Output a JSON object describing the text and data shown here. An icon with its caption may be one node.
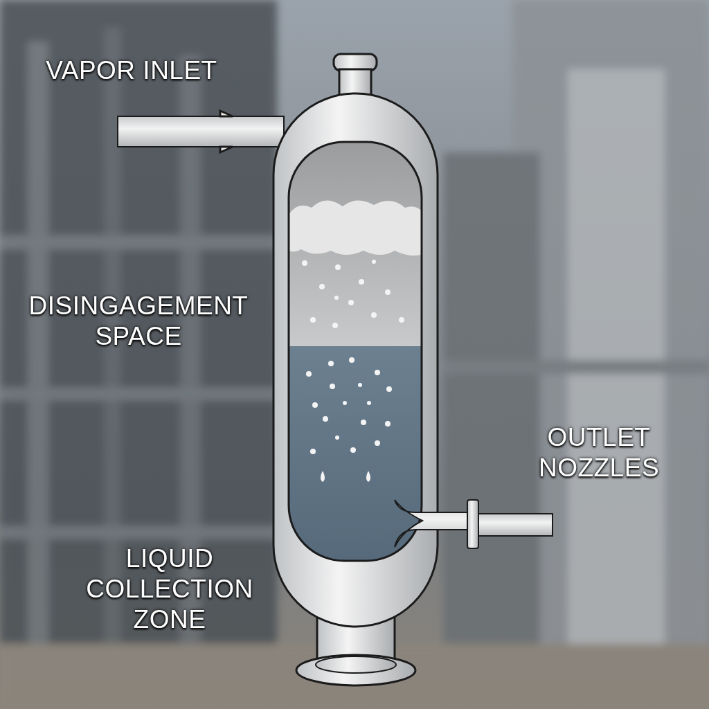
{
  "diagram": {
    "labels": [
      "VAPOR INLET",
      "DISINGAGEMENT SPACE",
      "OUTLET NOZZLES",
      "LIQUID COLLECTION ZONE"
    ]
  }
}
